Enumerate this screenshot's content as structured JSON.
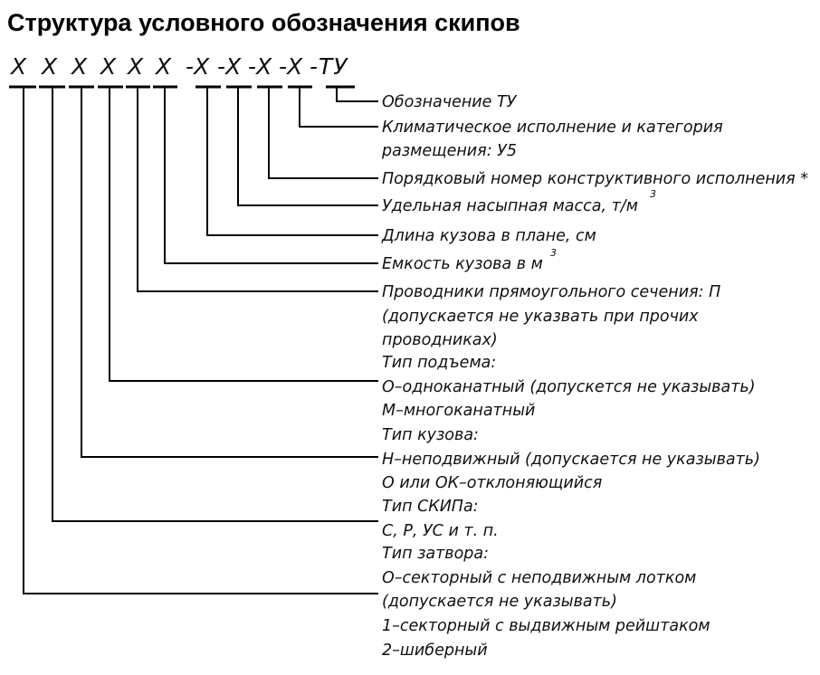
{
  "title": "Структура условного обозначения скипов",
  "code": [
    "X",
    "X",
    "X",
    "X",
    "X",
    "X",
    "-X",
    "-X",
    "-X",
    "-X",
    "-ТУ"
  ],
  "labels": {
    "tu": "Обозначение ТУ",
    "climate_1": "Климатическое исполнение и категория",
    "climate_2": "размещения: У5",
    "design_no": "Порядковый номер конструктивного исполнения *",
    "density": "Удельная насыпная масса, т/м",
    "density_sup": "3",
    "length": "Длина кузова в плане, см",
    "capacity": "Емкость кузова в м",
    "capacity_sup": "3",
    "guides_1": "Проводники прямоугольного сечения: П",
    "guides_2": "(допускается не указвать при прочих",
    "guides_3": "проводниках)",
    "lift_1": "Тип подъема:",
    "lift_2": "О–одноканатный (допускется не указывать)",
    "lift_3": "М–многоканатный",
    "body_1": "Тип кузова:",
    "body_2": "Н–неподвижный (допускается не указывать)",
    "body_3": "О или ОК–отклоняющийся",
    "skip_1": "Тип СКИПа:",
    "skip_2": "С, Р, УС и т. п.",
    "gate_1": "Тип затвора:",
    "gate_2": "О–секторный с неподвижным лотком",
    "gate_3": "(допускается не указывать)",
    "gate_4": "1–секторный с выдвижным рейштаком",
    "gate_5": "2–шиберный"
  }
}
